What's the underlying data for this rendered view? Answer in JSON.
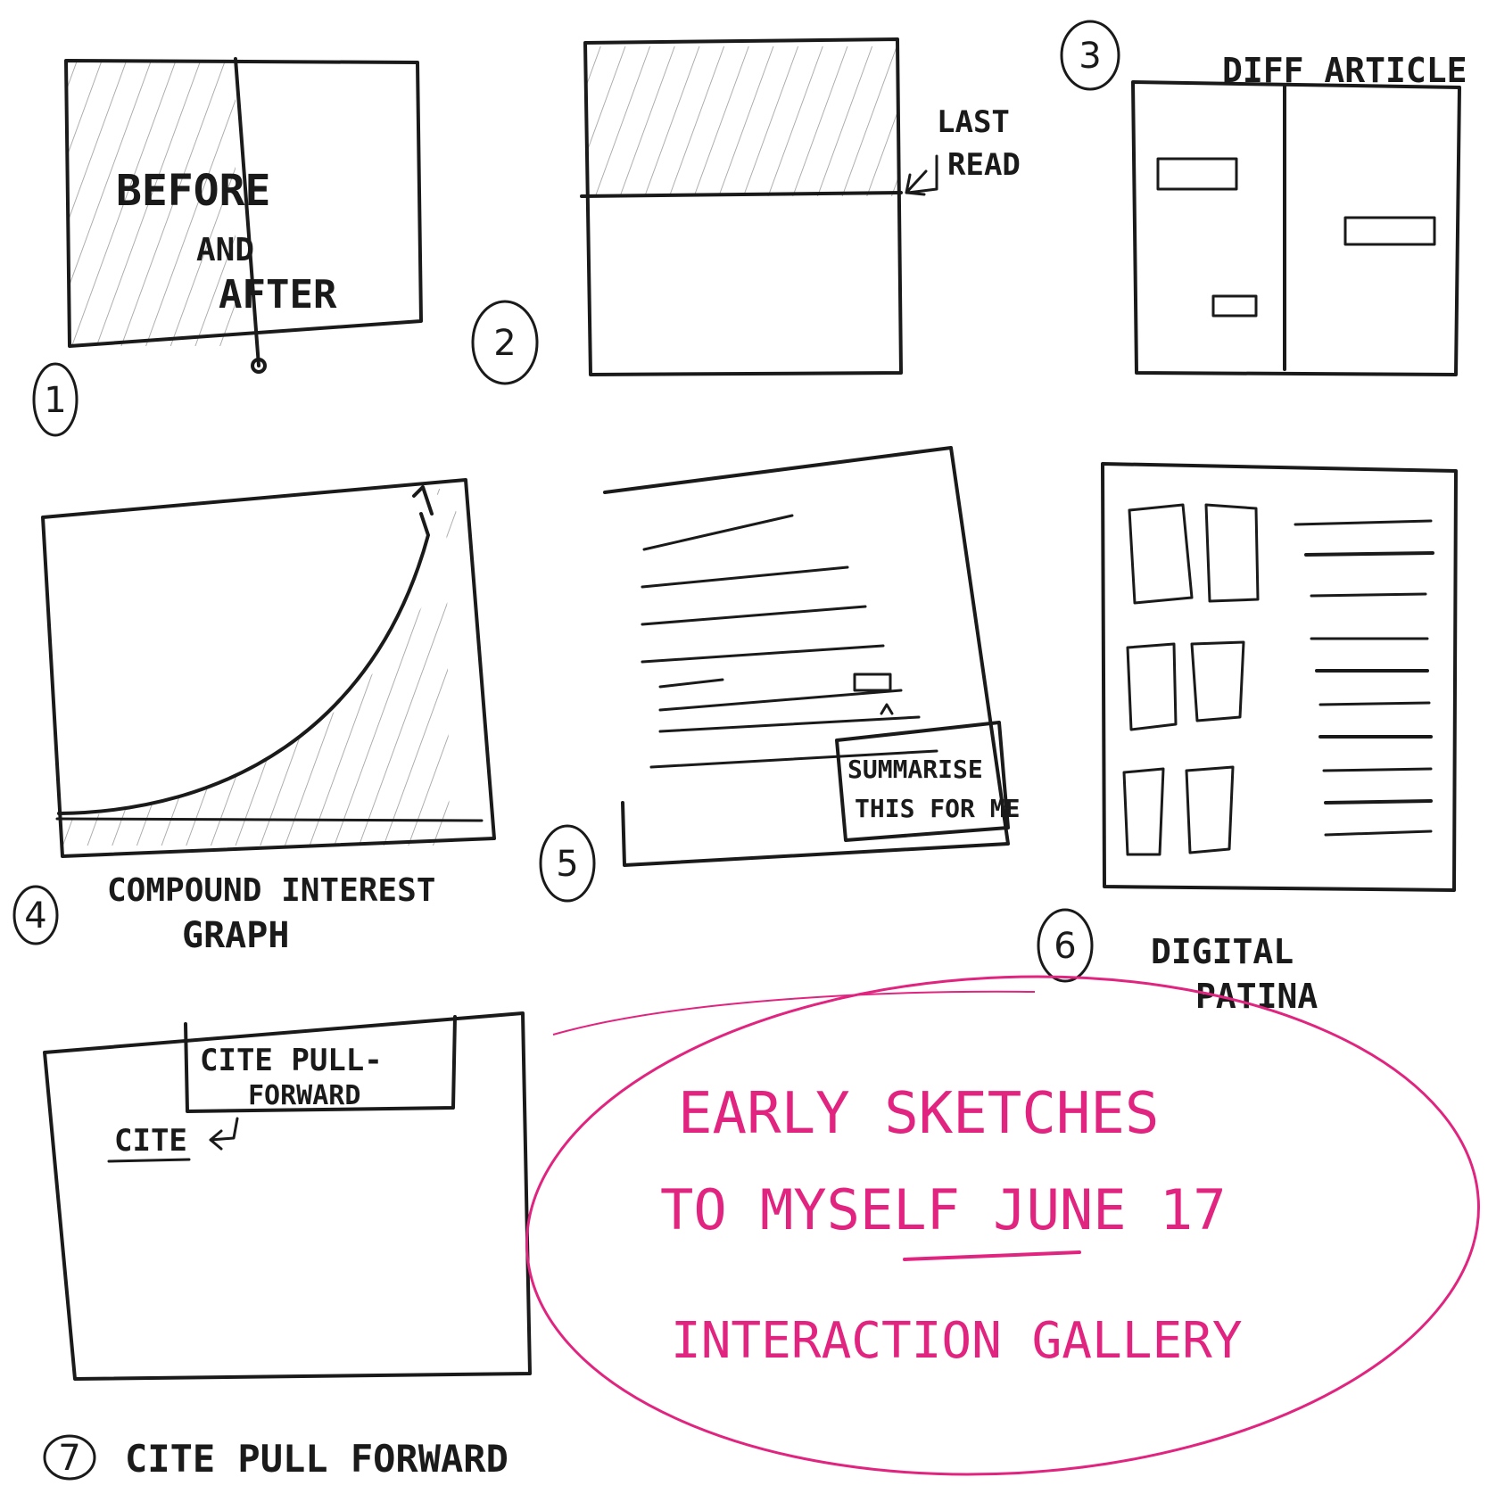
{
  "colors": {
    "ink": "#1a1a1a",
    "accent": "#e0247f",
    "paper": "#ffffff",
    "shade": "#9a9a9a"
  },
  "sketch1": {
    "number": "1",
    "label_line1": "BEFORE",
    "label_line2": "AND",
    "label_line3": "AFTER"
  },
  "sketch2": {
    "number": "2",
    "label_line1": "LAST",
    "label_line2": "READ"
  },
  "sketch3": {
    "number": "3",
    "title": "DIFF ARTICLE"
  },
  "sketch4": {
    "number": "4",
    "caption_line1": "COMPOUND INTEREST",
    "caption_line2": "GRAPH"
  },
  "sketch5": {
    "number": "5",
    "popup_line1": "SUMMARISE",
    "popup_line2": "THIS FOR ME"
  },
  "sketch6": {
    "number": "6",
    "caption_line1": "DIGITAL",
    "caption_line2": "PATINA"
  },
  "sketch7": {
    "number": "7",
    "box_line1": "CITE PULL-",
    "box_line2": "FORWARD",
    "cite_word": "CITE",
    "caption": "CITE PULL FORWARD"
  },
  "note": {
    "line1": "EARLY SKETCHES",
    "line2": "TO MYSELF JUNE 17",
    "line3": "INTERACTION GALLERY"
  }
}
